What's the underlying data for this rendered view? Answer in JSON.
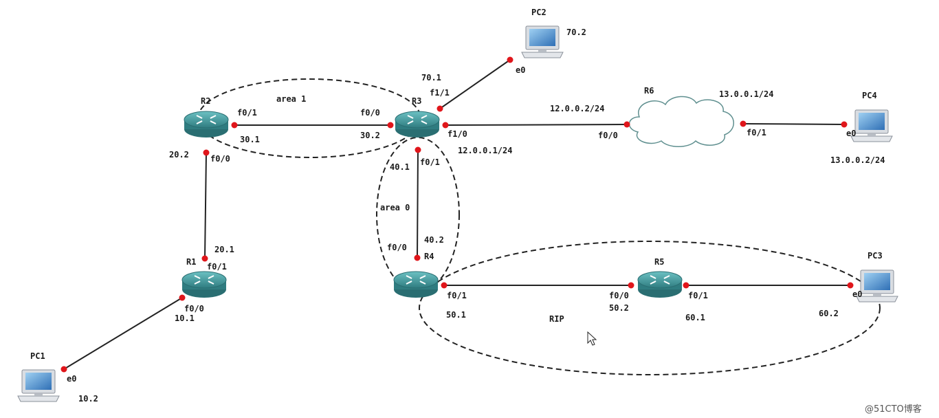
{
  "devices": {
    "R1": "R1",
    "R2": "R2",
    "R3": "R3",
    "R4": "R4",
    "R5": "R5",
    "R6": "R6",
    "PC1": "PC1",
    "PC2": "PC2",
    "PC3": "PC3",
    "PC4": "PC4"
  },
  "areas": {
    "area1": "area 1",
    "area0": "area 0",
    "rip": "RIP"
  },
  "labels": {
    "r2_f01": "f0/1",
    "r2_301": "30.1",
    "r2_202": "20.2",
    "r2_f00": "f0/0",
    "r3_f00": "f0/0",
    "r3_302": "30.2",
    "r3_701": "70.1",
    "r3_f11": "f1/1",
    "r3_f10": "f1/0",
    "r3_1201": "12.0.0.1/24",
    "r3_401": "40.1",
    "r3_f01": "f0/1",
    "r6_1202": "12.0.0.2/24",
    "r6_f00": "f0/0",
    "r6_1301": "13.0.0.1/24",
    "r6_f01": "f0/1",
    "pc4_e0": "e0",
    "pc4_ip": "13.0.0.2/24",
    "pc2_e0": "e0",
    "pc2_ip": "70.2",
    "r4_402": "40.2",
    "r4_f00": "f0/0",
    "r4_f01": "f0/1",
    "r4_501": "50.1",
    "r5_f00": "f0/0",
    "r5_502": "50.2",
    "r5_f01": "f0/1",
    "r5_601": "60.1",
    "pc3_e0": "e0",
    "pc3_ip": "60.2",
    "r1_201": "20.1",
    "r1_f01": "f0/1",
    "r1_f00": "f0/0",
    "r1_101": "10.1",
    "pc1_e0": "e0",
    "pc1_ip": "10.2"
  },
  "watermark": "@51CTO博客",
  "colors": {
    "router_body": "#3f8f93",
    "router_top": "#5fb3b6",
    "link": "#222222",
    "port_dot": "#e0161b",
    "cloud": "#5f8f8f",
    "pc_screen": "#3f7fbf"
  }
}
